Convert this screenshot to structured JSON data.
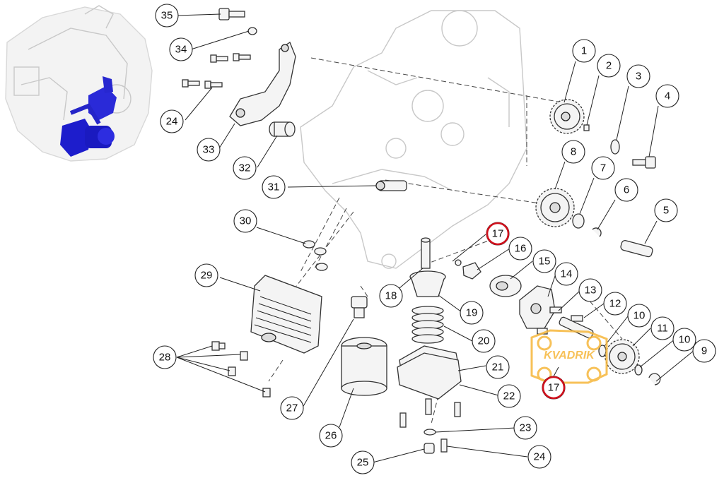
{
  "diagram": {
    "callouts": [
      {
        "id": "c1",
        "label": "1"
      },
      {
        "id": "c2",
        "label": "2"
      },
      {
        "id": "c3",
        "label": "3"
      },
      {
        "id": "c4",
        "label": "4"
      },
      {
        "id": "c5",
        "label": "5"
      },
      {
        "id": "c6",
        "label": "6"
      },
      {
        "id": "c7",
        "label": "7"
      },
      {
        "id": "c8",
        "label": "8"
      },
      {
        "id": "c9",
        "label": "9"
      },
      {
        "id": "c10a",
        "label": "10"
      },
      {
        "id": "c10b",
        "label": "10"
      },
      {
        "id": "c11",
        "label": "11"
      },
      {
        "id": "c12",
        "label": "12"
      },
      {
        "id": "c13",
        "label": "13"
      },
      {
        "id": "c14",
        "label": "14"
      },
      {
        "id": "c15",
        "label": "15"
      },
      {
        "id": "c16",
        "label": "16"
      },
      {
        "id": "c17a",
        "label": "17",
        "highlighted": true
      },
      {
        "id": "c17b",
        "label": "17",
        "highlighted": true
      },
      {
        "id": "c18",
        "label": "18"
      },
      {
        "id": "c19",
        "label": "19"
      },
      {
        "id": "c20",
        "label": "20"
      },
      {
        "id": "c21",
        "label": "21"
      },
      {
        "id": "c22",
        "label": "22"
      },
      {
        "id": "c23",
        "label": "23"
      },
      {
        "id": "c24a",
        "label": "24"
      },
      {
        "id": "c24b",
        "label": "24"
      },
      {
        "id": "c25",
        "label": "25"
      },
      {
        "id": "c26",
        "label": "26"
      },
      {
        "id": "c27",
        "label": "27"
      },
      {
        "id": "c28",
        "label": "28"
      },
      {
        "id": "c29",
        "label": "29"
      },
      {
        "id": "c30",
        "label": "30"
      },
      {
        "id": "c31",
        "label": "31"
      },
      {
        "id": "c32",
        "label": "32"
      },
      {
        "id": "c33",
        "label": "33"
      },
      {
        "id": "c34",
        "label": "34"
      },
      {
        "id": "c35",
        "label": "35"
      }
    ],
    "highlight_color": "#d0101c",
    "watermark": {
      "logo_text": "KVADRIK",
      "tagline": "",
      "color": "#f6b73c"
    },
    "thumbnail": {
      "highlight_color": "#1d1dcc"
    }
  }
}
